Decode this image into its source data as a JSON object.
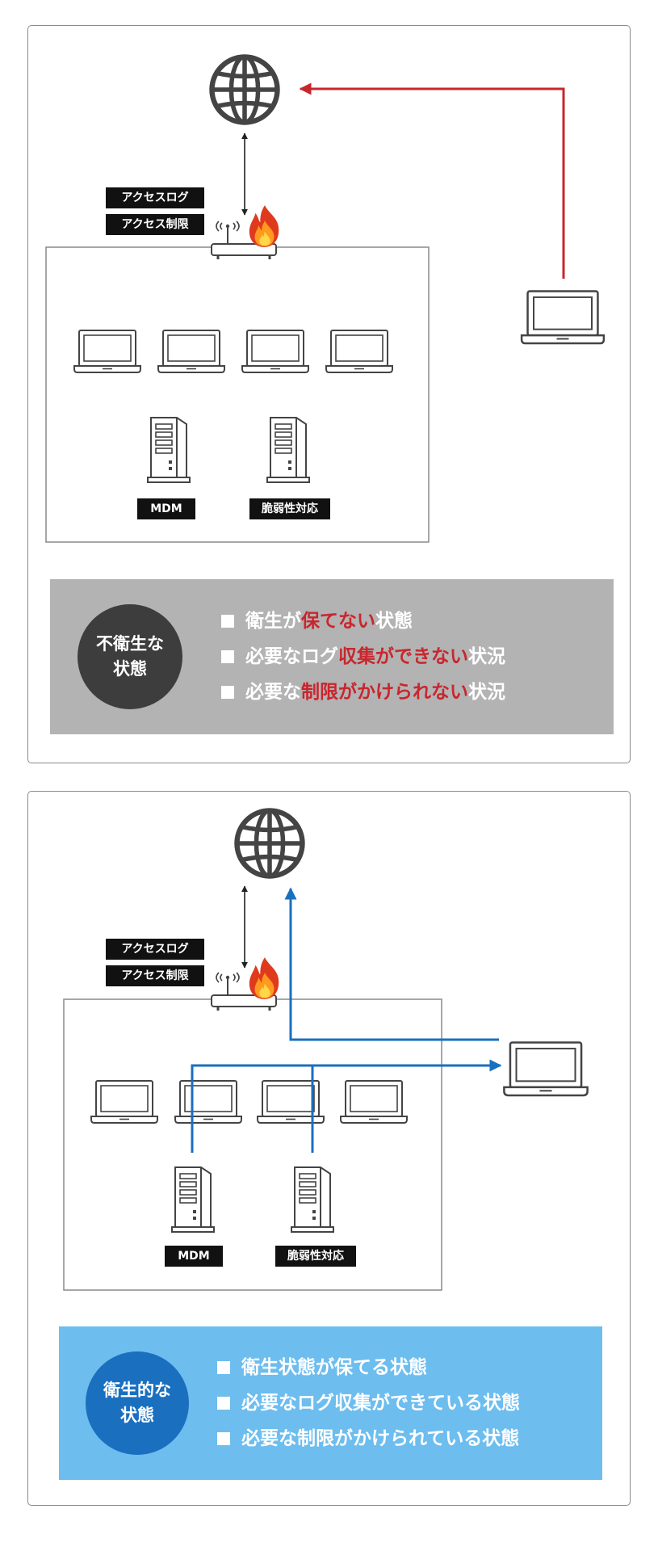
{
  "colors": {
    "frame_border": "#8a8a8a",
    "icon_stroke": "#444444",
    "red_arrow": "#c8262d",
    "blue_arrow": "#1a6fbf",
    "unhygienic_box": "#b3b3b3",
    "unhygienic_circle": "#3d3d3d",
    "hygienic_box": "#6dbdef",
    "hygienic_circle": "#1a6fbf",
    "highlight_text": "#c8262d"
  },
  "icons": [
    "globe-icon",
    "router-icon",
    "firewall-flame-icon",
    "laptop-icon",
    "server-icon"
  ],
  "panels": [
    {
      "labels": {
        "access_log": "アクセスログ",
        "access_restriction": "アクセス制限",
        "mdm": "MDM",
        "vulnerability": "脆弱性対応"
      },
      "status": {
        "circle_line1": "不衛生な",
        "circle_line2": "状態",
        "items": [
          {
            "pre": "衛生が",
            "hl": "保てない",
            "post": "状態"
          },
          {
            "pre": "必要なログ",
            "hl": "収集ができない",
            "post": "状況"
          },
          {
            "pre": "必要な",
            "hl": "制限がかけられない",
            "post": "状況"
          }
        ]
      }
    },
    {
      "labels": {
        "access_log": "アクセスログ",
        "access_restriction": "アクセス制限",
        "mdm": "MDM",
        "vulnerability": "脆弱性対応"
      },
      "status": {
        "circle_line1": "衛生的な",
        "circle_line2": "状態",
        "items": [
          {
            "text": "衛生状態が保てる状態"
          },
          {
            "text": "必要なログ収集ができている状態"
          },
          {
            "text": "必要な制限がかけられている状態"
          }
        ]
      }
    }
  ]
}
